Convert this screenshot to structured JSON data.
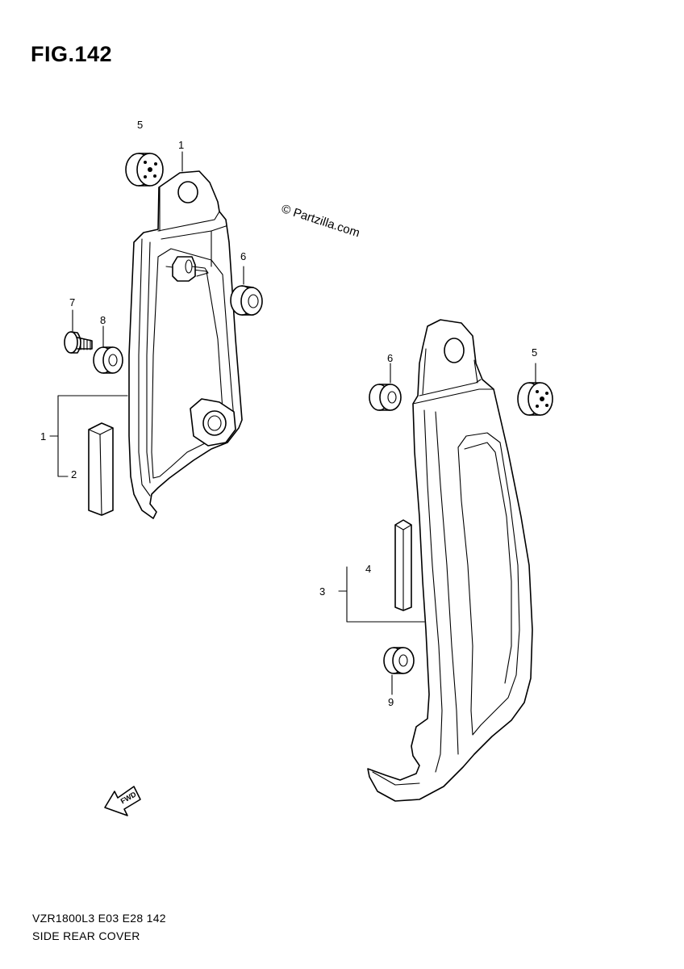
{
  "figure": {
    "title": "FIG.142"
  },
  "watermark": "© Partzilla.com",
  "callouts": {
    "c5a": "5",
    "c1a": "1",
    "c6a": "6",
    "c7": "7",
    "c8": "8",
    "c1b": "1",
    "c2": "2",
    "c6b": "6",
    "c5b": "5",
    "c4": "4",
    "c3": "3",
    "c9": "9"
  },
  "fwd_label": "FWD",
  "footer": {
    "model_line": "VZR1800L3  E03  E28  142",
    "name_line": "SIDE REAR COVER"
  }
}
